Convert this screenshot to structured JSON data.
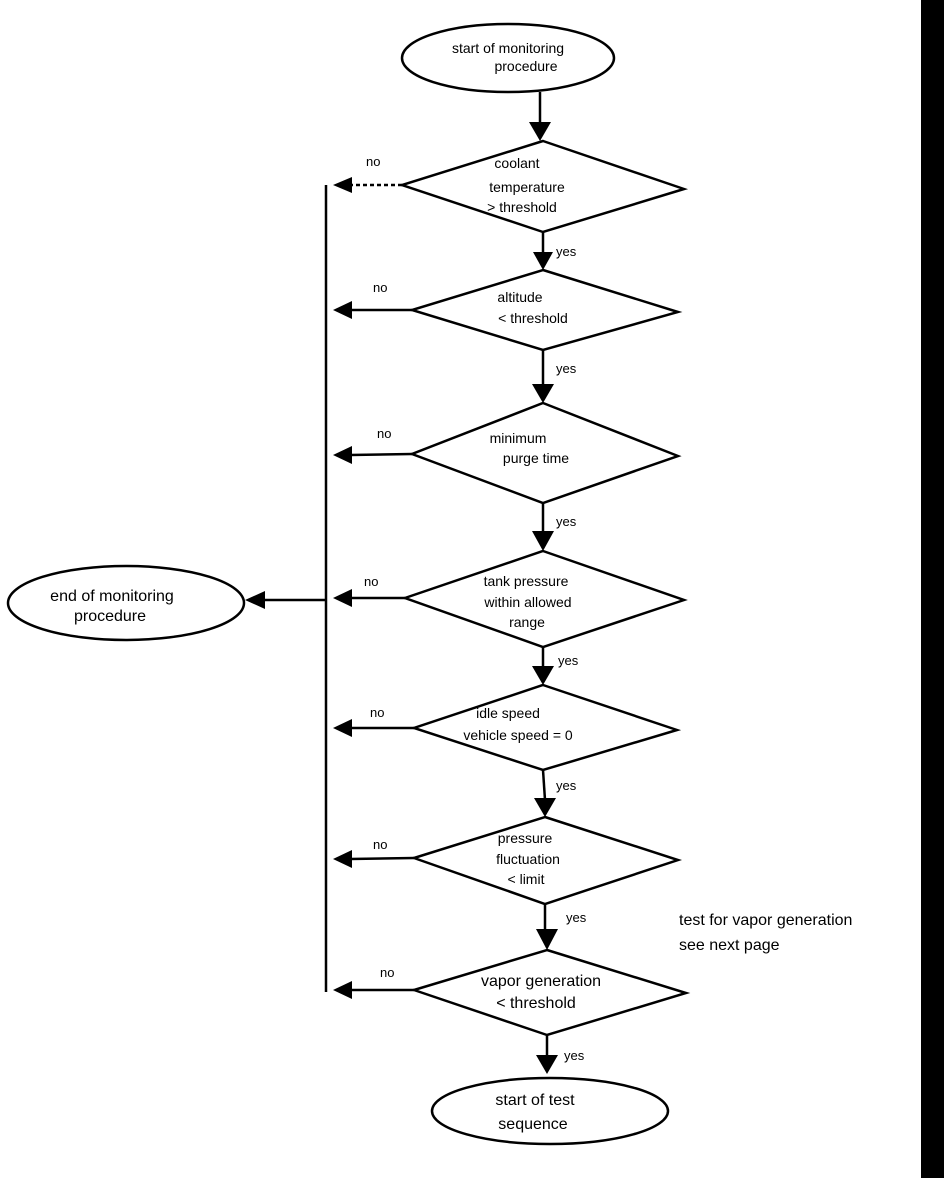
{
  "nodes": {
    "start": [
      "start of monitoring",
      "procedure"
    ],
    "coolant": [
      "coolant",
      "temperature",
      "> threshold"
    ],
    "altitude": [
      "altitude",
      "< threshold"
    ],
    "purge": [
      "minimum",
      "purge time"
    ],
    "tank": [
      "tank pressure",
      "within allowed",
      "range"
    ],
    "idle": [
      "idle speed",
      "vehicle speed = 0"
    ],
    "fluct": [
      "pressure",
      "fluctuation",
      "< limit"
    ],
    "vapor": [
      "vapor generation",
      "< threshold"
    ],
    "end": [
      "end of monitoring",
      "procedure"
    ],
    "test": [
      "start of test",
      "sequence"
    ]
  },
  "edge_labels": {
    "yes": "yes",
    "no": "no"
  },
  "note": [
    "test for vapor generation",
    "see next page"
  ]
}
